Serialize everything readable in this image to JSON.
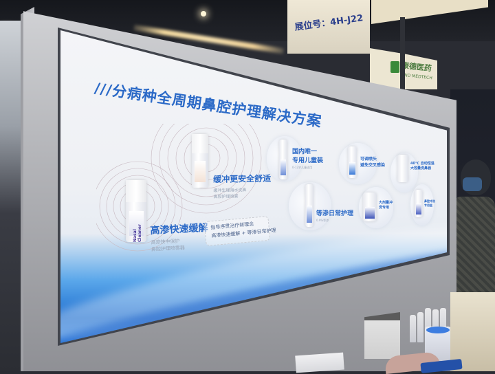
{
  "scene": {
    "type": "exhibition booth photo",
    "description": "Backlit lightbox poster at a trade-show booth showing nasal care products"
  },
  "poster": {
    "headline": "///分病种全周期鼻腔护理解决方案",
    "accent_color": "#2c6ac7",
    "wave_color": "#1f6fd0",
    "features": [
      {
        "title": "高渗快速缓解",
        "subtitle_line1": "高渗快中保护",
        "subtitle_line2": "鼻腔护理喷雾器"
      },
      {
        "title": "缓冲更安全舒适",
        "subtitle_line1": "缓冲生理海水洗鼻",
        "subtitle_line2": "鼻腔护理喷雾"
      },
      {
        "title_line1": "国内唯一",
        "title_line2": "专用儿童装",
        "subtitle_line1": "0-12岁儿童适用",
        "subtitle_line2": ""
      },
      {
        "title": "等渗日常护理",
        "subtitle_line1": "0.9%等渗",
        "subtitle_line2": ""
      },
      {
        "title_line1": "可调喷头",
        "title_line2": "避免交叉感染",
        "subtitle_line1": ""
      },
      {
        "title_line1": "40℃ 自动恒温",
        "title_line2": "大容量洗鼻器",
        "subtitle_line1": ""
      },
      {
        "title_line1": "大剂量冲",
        "title_line2": "洗专用",
        "subtitle_line1": ""
      },
      {
        "title_line1": "鼻腔冲洗",
        "title_line2": "专用盐",
        "subtitle_line1": ""
      }
    ],
    "callout": {
      "line1": "指导序贯治疗新理念",
      "line2": "高渗快速缓解 + 等渗日常护理"
    },
    "product_brand": "Nasal Cleaner"
  },
  "booth": {
    "booth_number": "展位号：4H-J22",
    "neighbor_brand": "康德医药",
    "neighbor_brand_sub": "AND MEDTECH"
  }
}
